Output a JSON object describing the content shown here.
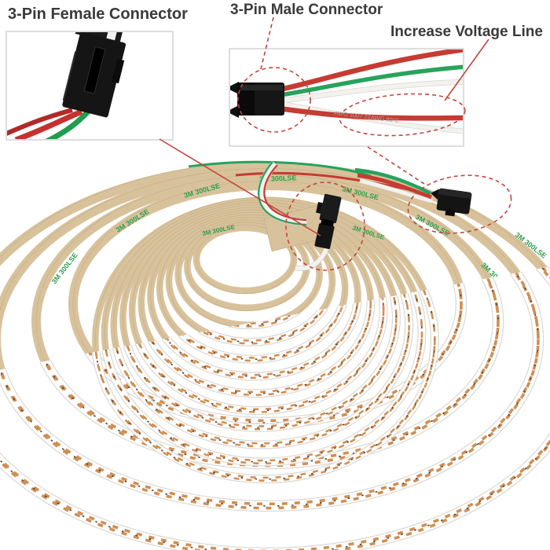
{
  "annotations": {
    "female_connector_label": "3-Pin Female Connector",
    "male_connector_label": "3-Pin Male Connector",
    "voltage_line_label": "Increase Voltage Line"
  },
  "product": {
    "adhesive_print": "3M 300LSE",
    "wire_print": "AWG 1007  22AWG  80°C"
  },
  "colors": {
    "annotation_red": "#c0473c",
    "text_dark": "#3a3a3a",
    "strip_backing_tan": "#d8c29c",
    "strip_backing_edge": "#c9b289",
    "adhesive_text_green": "#2f9e4f",
    "led_pad_copper": "#cf8f55",
    "led_chip_dark": "#5a4232",
    "strip_white": "#ffffff",
    "strip_edge_gray": "#dcd9d4",
    "connector_black": "#141414",
    "wire_red": "#c63b32",
    "wire_green": "#27a35c",
    "wire_white": "#f2f0ec",
    "box_border": "#c9c9c9"
  }
}
